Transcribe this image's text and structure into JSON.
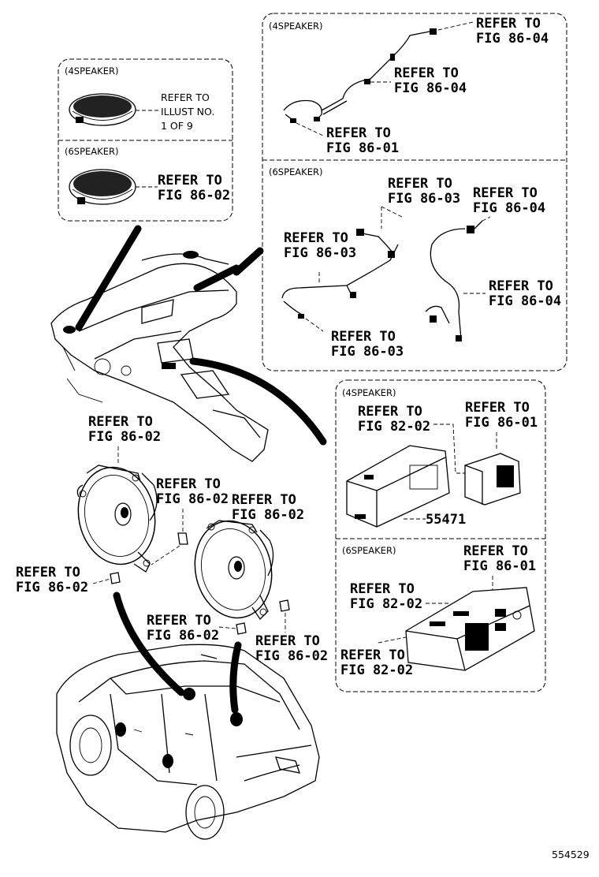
{
  "variants": {
    "speaker4": "(4SPEAKER)",
    "speaker6": "(6SPEAKER)"
  },
  "tweeter_box": {
    "speaker4_label": "(4SPEAKER)",
    "speaker4_ref": [
      "REFER TO",
      "ILLUST NO.",
      "1 OF 9"
    ],
    "speaker6_label": "(6SPEAKER)",
    "speaker6_ref": [
      "REFER TO",
      "FIG 86-02"
    ]
  },
  "wiring_box": {
    "speaker4_label": "(4SPEAKER)",
    "speaker4_refs": [
      [
        "REFER TO",
        "FIG 86-04"
      ],
      [
        "REFER TO",
        "FIG 86-04"
      ],
      [
        "REFER TO",
        "FIG 86-01"
      ]
    ],
    "speaker6_label": "(6SPEAKER)",
    "speaker6_refs": [
      [
        "REFER TO",
        "FIG 86-03"
      ],
      [
        "REFER TO",
        "FIG 86-04"
      ],
      [
        "REFER TO",
        "FIG 86-03"
      ],
      [
        "REFER TO",
        "FIG 86-04"
      ],
      [
        "REFER TO",
        "FIG 86-03"
      ]
    ]
  },
  "jack_box": {
    "speaker4_label": "(4SPEAKER)",
    "speaker4_refs": [
      [
        "REFER TO",
        "FIG 82-02"
      ],
      [
        "REFER TO",
        "FIG 86-01"
      ]
    ],
    "part_number": "55471",
    "speaker6_label": "(6SPEAKER)",
    "speaker6_refs": [
      [
        "REFER TO",
        "FIG 86-01"
      ],
      [
        "REFER TO",
        "FIG 82-02"
      ],
      [
        "REFER TO",
        "FIG 82-02"
      ]
    ]
  },
  "door_speakers": {
    "refs": [
      [
        "REFER TO",
        "FIG 86-02"
      ],
      [
        "REFER TO",
        "FIG 86-02"
      ],
      [
        "REFER TO",
        "FIG 86-02"
      ],
      [
        "REFER TO",
        "FIG 86-02"
      ],
      [
        "REFER TO",
        "FIG 86-02"
      ],
      [
        "REFER TO",
        "FIG 86-02"
      ]
    ]
  },
  "illustration_number": "554529"
}
